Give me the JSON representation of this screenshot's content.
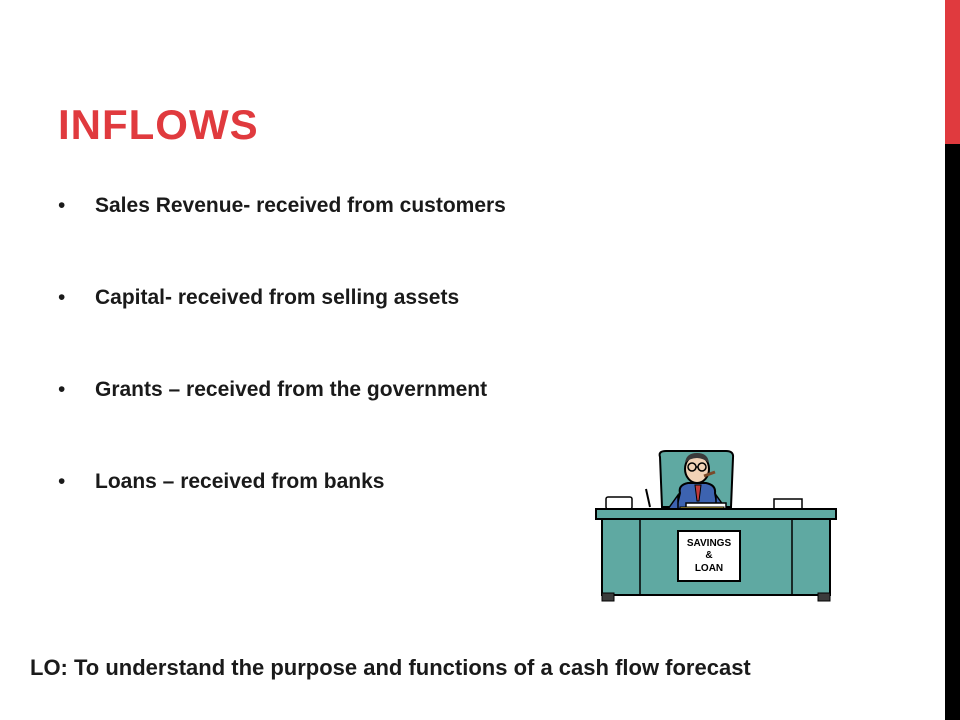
{
  "slide": {
    "title": "INFLOWS",
    "bullets": [
      "Sales Revenue- received from customers",
      "Capital- received from selling assets",
      "Grants – received from the government",
      "Loans – received from banks"
    ],
    "bullet_glyph": "•",
    "clipart": {
      "sign_line1": "SAVINGS",
      "sign_line2": "&",
      "sign_line3": "LOAN",
      "desk_color": "#5fa9a2",
      "shirt_color": "#3d63b0"
    },
    "footer": "LO: To understand the purpose and functions of a cash flow forecast",
    "colors": {
      "accent": "#e03a3e",
      "side_dark": "#000000",
      "text": "#1a1a1a"
    }
  }
}
